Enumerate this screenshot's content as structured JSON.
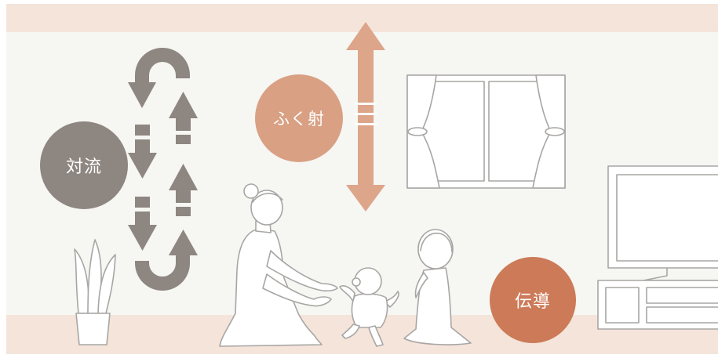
{
  "labels": {
    "convection": "対流",
    "radiation": "ふく射",
    "conduction": "伝導"
  },
  "colors": {
    "ceiling": "#f4e4da",
    "wall": "#f6f6f3",
    "floor": "#f4e4da",
    "convection": "#8e8680",
    "radiation": "#d9a083",
    "conduction": "#cc7a58",
    "line_art": "#a8a6a4"
  }
}
